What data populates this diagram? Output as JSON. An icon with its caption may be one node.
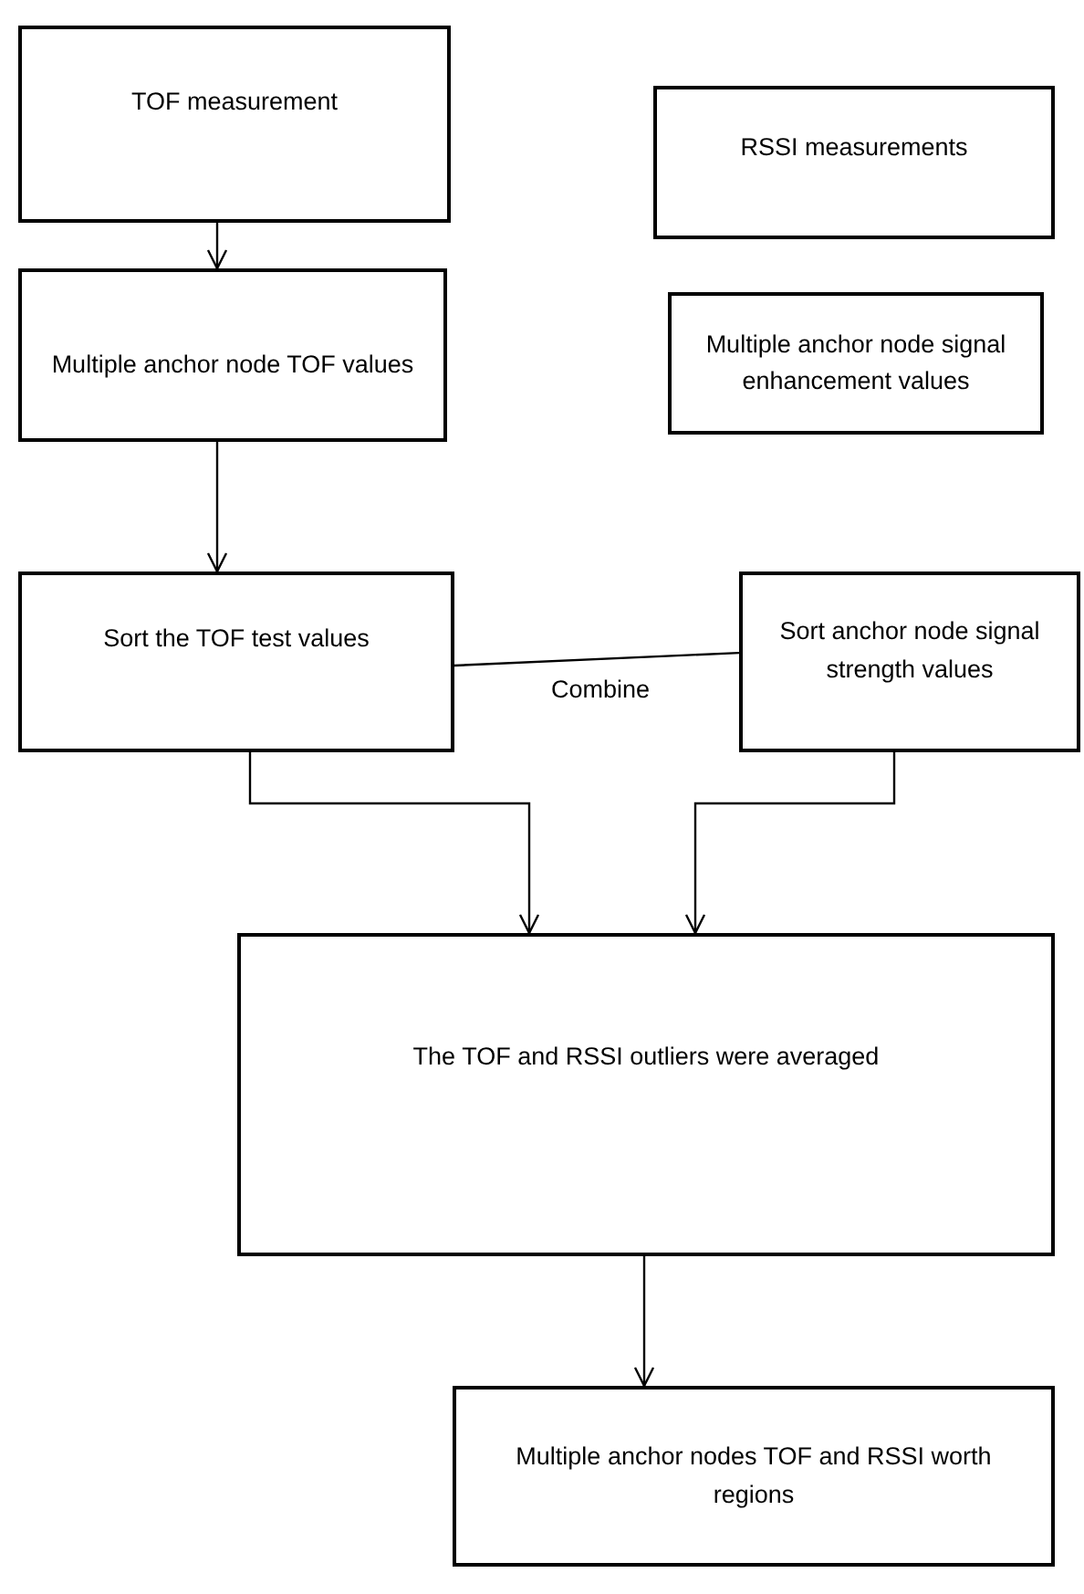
{
  "diagram": {
    "nodes": [
      {
        "text": [
          "TOF measurement"
        ]
      },
      {
        "text": [
          "RSSI measurements"
        ]
      },
      {
        "text": [
          "Multiple anchor node TOF values"
        ]
      },
      {
        "text": [
          "Multiple anchor node signal enhancement values"
        ]
      },
      {
        "text": [
          "Sort the TOF test values"
        ]
      },
      {
        "text": [
          "Sort anchor node signal strength values"
        ]
      },
      {
        "text": [
          "The TOF and RSSI outliers were averaged"
        ]
      },
      {
        "text": [
          "Multiple anchor nodes TOF and RSSI worth regions"
        ]
      }
    ],
    "edges": [
      {
        "from": 0,
        "to": 2,
        "arrow": "to"
      },
      {
        "from": 2,
        "to": 4,
        "arrow": "to"
      },
      {
        "from": 4,
        "to": 5,
        "arrow": "none",
        "label": "Combine"
      },
      {
        "from": 4,
        "to": 6,
        "arrow": "to"
      },
      {
        "from": 5,
        "to": 6,
        "arrow": "to"
      },
      {
        "from": 6,
        "to": 7,
        "arrow": "to"
      }
    ]
  }
}
